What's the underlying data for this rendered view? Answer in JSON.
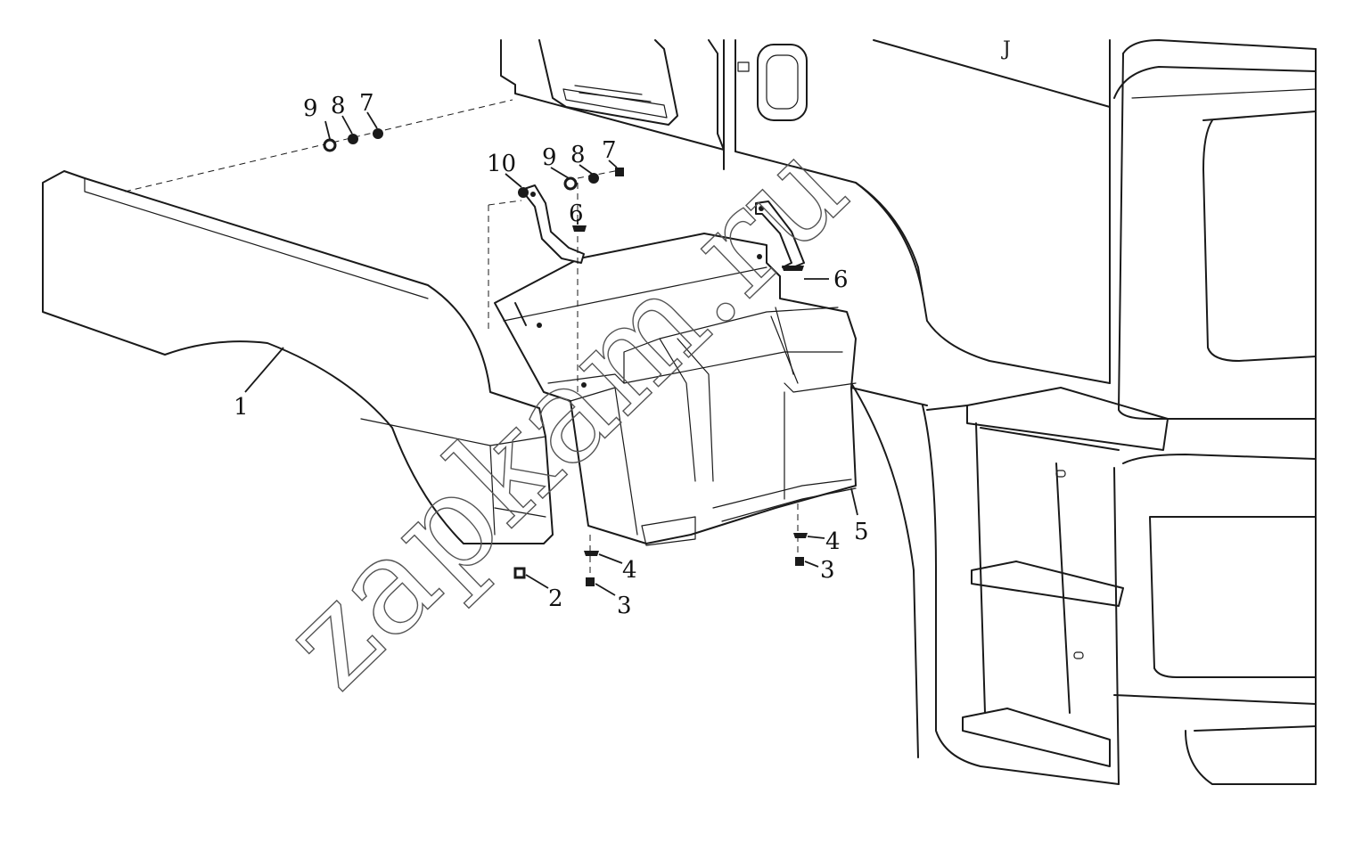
{
  "watermark": "zapkam.ru",
  "callouts": [
    {
      "id": "c1",
      "label": "1"
    },
    {
      "id": "c2",
      "label": "2"
    },
    {
      "id": "c3a",
      "label": "3"
    },
    {
      "id": "c3b",
      "label": "3"
    },
    {
      "id": "c4a",
      "label": "4"
    },
    {
      "id": "c4b",
      "label": "4"
    },
    {
      "id": "c5",
      "label": "5"
    },
    {
      "id": "c6a",
      "label": "6"
    },
    {
      "id": "c6b",
      "label": "6"
    },
    {
      "id": "c7a",
      "label": "7"
    },
    {
      "id": "c7b",
      "label": "7"
    },
    {
      "id": "c8a",
      "label": "8"
    },
    {
      "id": "c8b",
      "label": "8"
    },
    {
      "id": "c9a",
      "label": "9"
    },
    {
      "id": "c9b",
      "label": "9"
    },
    {
      "id": "c10",
      "label": "10"
    }
  ]
}
